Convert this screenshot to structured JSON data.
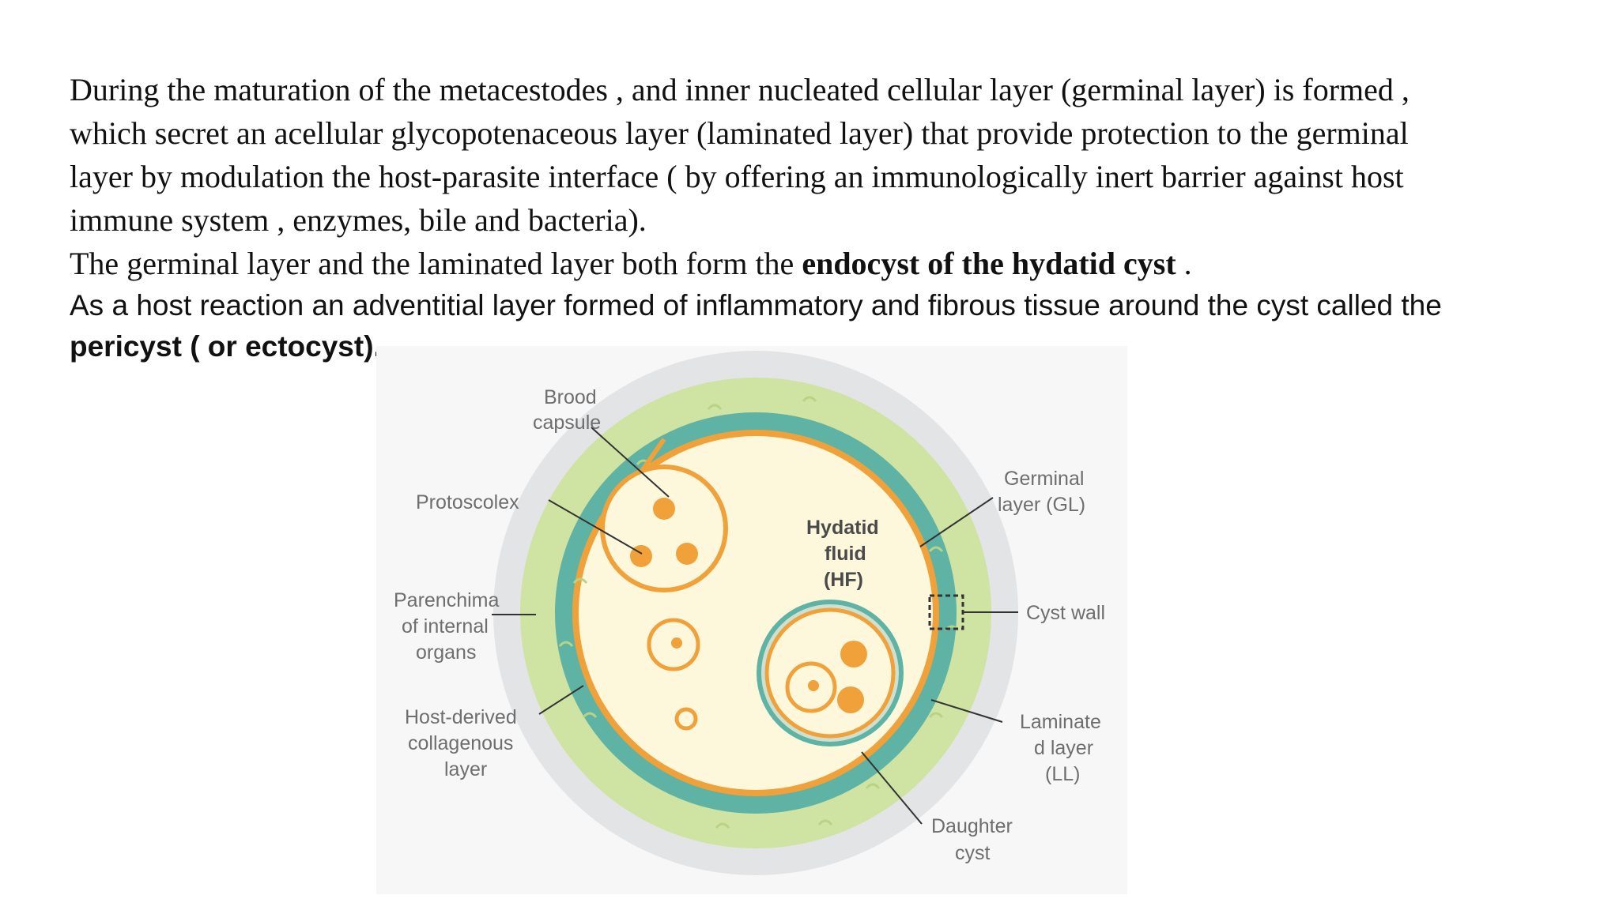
{
  "paragraph1": {
    "line1": "During the maturation of the metacestodes , and inner nucleated cellular layer (germinal layer) is formed  ,",
    "line2": "which secret an acellular glycopotenaceous layer  (laminated layer) that provide protection to the germinal",
    "line3": "layer by modulation the host-parasite interface ( by offering an immunologically inert barrier against host",
    "line4": "immune system , enzymes, bile and bacteria)."
  },
  "paragraph2": {
    "text_before": "The germinal layer and the laminated layer both form the ",
    "bold": "endocyst of the hydatid cyst",
    "text_after": " ."
  },
  "paragraph3": {
    "line1": "As a host reaction an adventitial layer formed of inflammatory and fibrous tissue around the cyst called the",
    "bold": "pericyst ( or ectocyst)."
  },
  "figure": {
    "labels": {
      "brood_capsule": [
        "Brood",
        "capsule"
      ],
      "protoscolex": "Protoscolex",
      "parenchima": [
        "Parenchima",
        "of internal",
        "organs"
      ],
      "host_derived": [
        "Host-derived",
        "collagenous",
        "layer"
      ],
      "hydatid_fluid": [
        "Hydatid",
        "fluid",
        "(HF)"
      ],
      "germinal_layer": [
        "Germinal",
        "layer (GL)"
      ],
      "cyst_wall": "Cyst wall",
      "laminated_layer": [
        "Laminate",
        "d layer",
        "(LL)"
      ],
      "daughter_cyst": [
        "Daughter",
        "cyst"
      ]
    },
    "colors": {
      "outer_host_layer": "#e3e4e6",
      "pericyst": "#cfe3a2",
      "laminated": "#5fb3a4",
      "germinal": "#f0a13a",
      "fluid": "#fdf8dc",
      "leader_line": "#333333"
    }
  }
}
